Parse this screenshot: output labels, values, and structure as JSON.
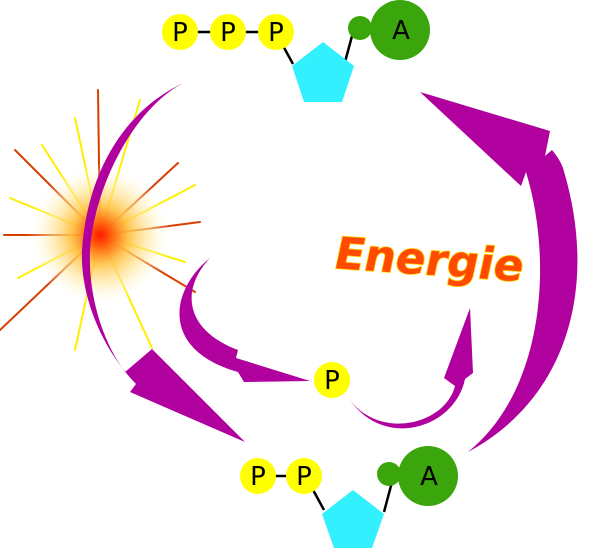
{
  "top_molecule": {
    "phosphates": [
      "P",
      "P",
      "P"
    ],
    "base": "A"
  },
  "bottom_molecule": {
    "phosphates": [
      "P",
      "P"
    ],
    "base": "A"
  },
  "free_phosphate": "P",
  "energy_label": "Energie",
  "colors": {
    "phosphate": "#ffff00",
    "sugar": "#33f0ff",
    "base": "#3aa60c",
    "arrow": "#b0009e",
    "energy_text": "#ff4a00",
    "energy_outline": "#ffd400",
    "burst_core": "#ff2000",
    "burst_ray_red": "#d84000",
    "burst_ray_yellow": "#ffee00"
  }
}
